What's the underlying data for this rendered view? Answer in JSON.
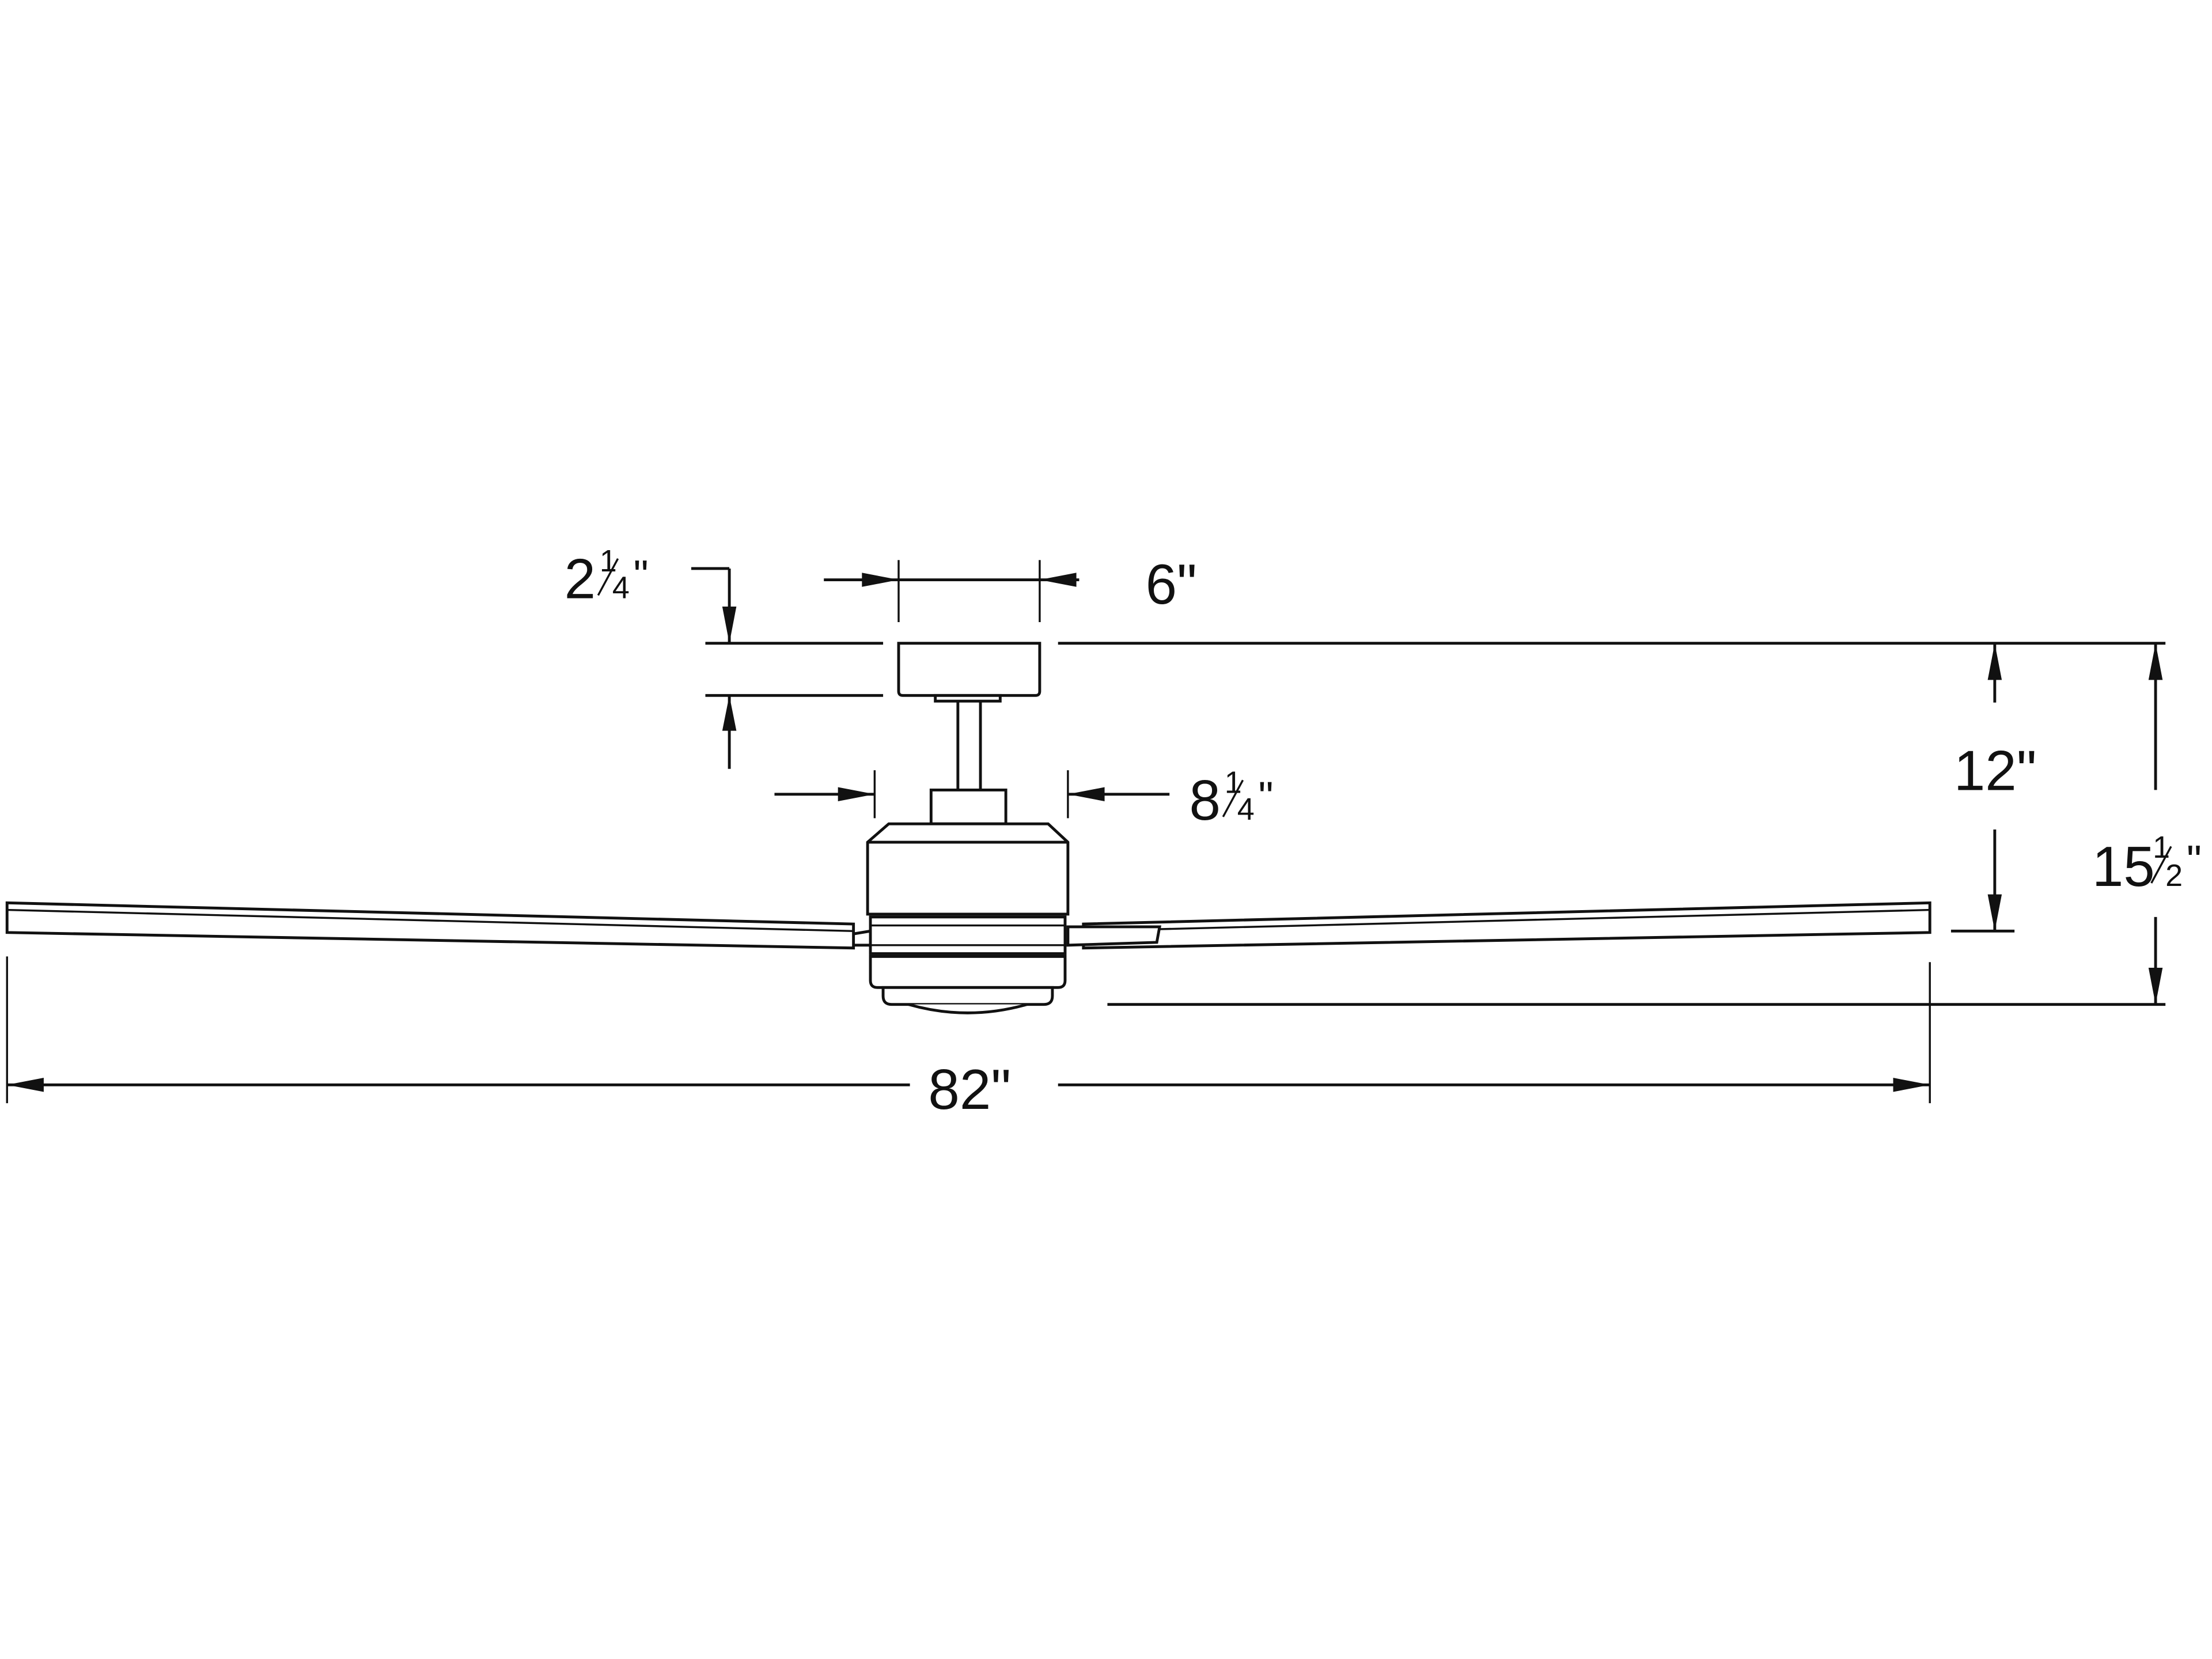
{
  "diagram": {
    "subject": "Ceiling fan dimension drawing",
    "colors": {
      "line": "#111111",
      "background": "#ffffff"
    },
    "dimensions": {
      "canopy_height": {
        "whole": "2",
        "fraction_num": "1",
        "fraction_den": "4",
        "unit": "\"",
        "label": "2¼\""
      },
      "canopy_width": {
        "whole": "6",
        "unit": "\"",
        "label": "6\""
      },
      "motor_width": {
        "whole": "8",
        "fraction_num": "1",
        "fraction_den": "4",
        "unit": "\"",
        "label": "8¼\""
      },
      "ceiling_to_blade": {
        "whole": "12",
        "unit": "\"",
        "label": "12\""
      },
      "overall_height": {
        "whole": "15",
        "fraction_num": "1",
        "fraction_den": "2",
        "unit": "\"",
        "label": "15½\""
      },
      "blade_span": {
        "whole": "82",
        "unit": "\"",
        "label": "82\""
      }
    }
  }
}
